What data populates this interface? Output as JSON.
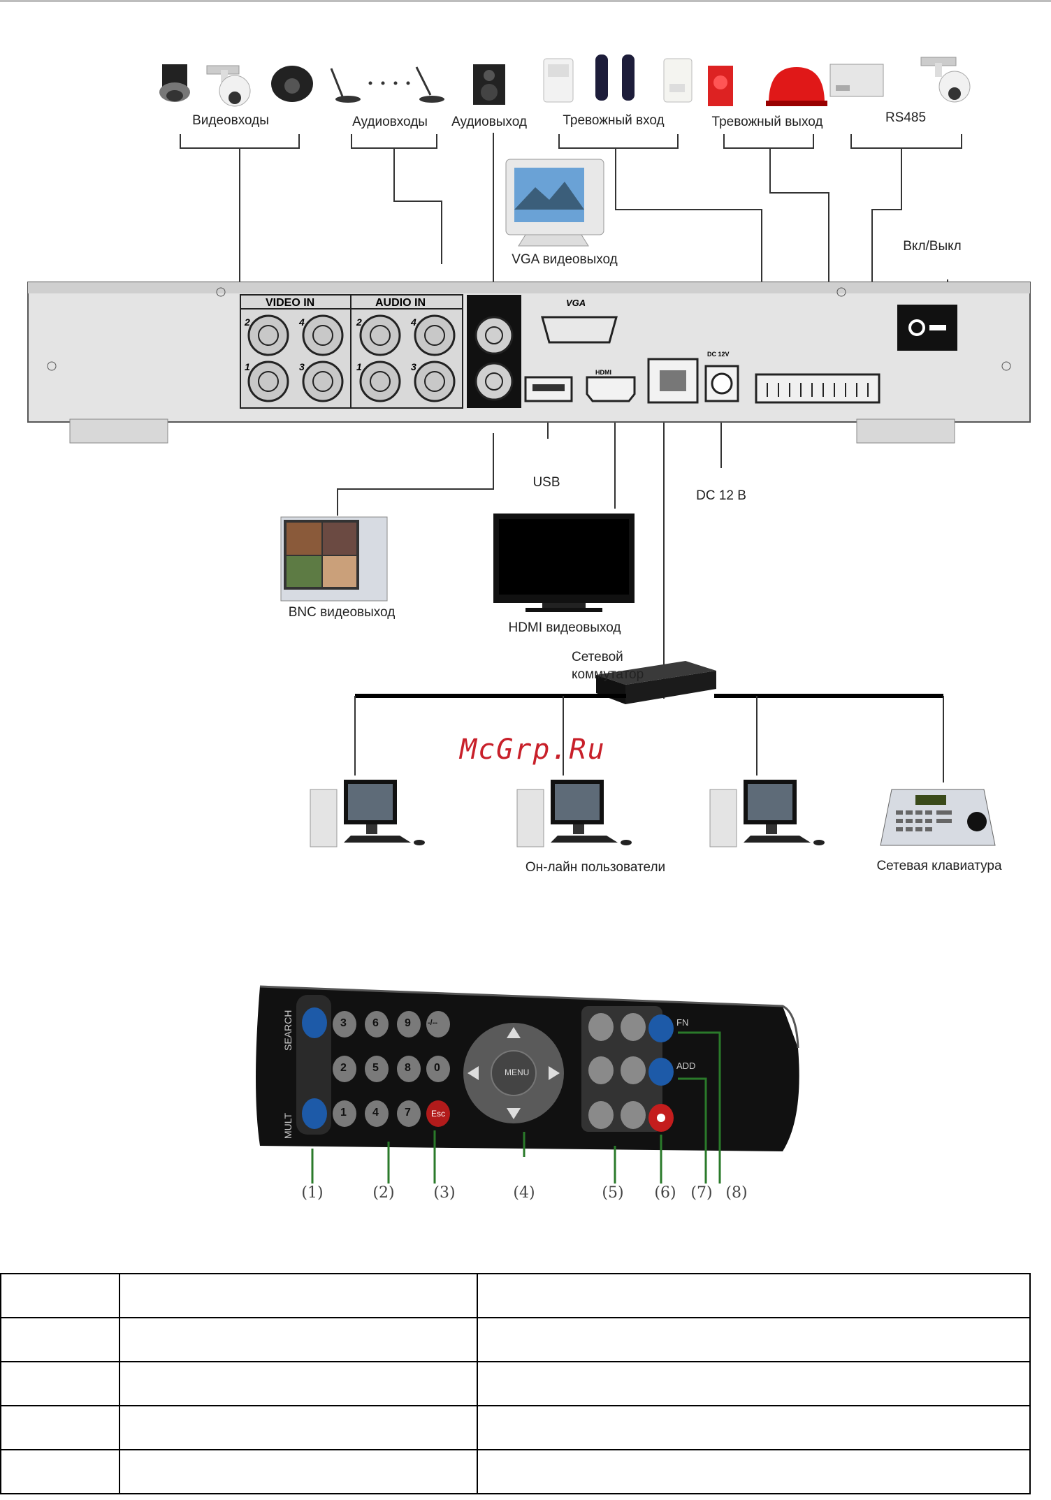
{
  "diagram": {
    "devices_top": {
      "video_inputs": "Видеовходы",
      "audio_inputs": "Аудиовходы",
      "audio_output": "Аудиовыход",
      "alarm_input": "Тревожный вход",
      "alarm_output": "Тревожный выход",
      "rs485": "RS485"
    },
    "vga_output": "VGA видеовыход",
    "power_switch": "Вкл/Выкл",
    "panel": {
      "video_in": "VIDEO   IN",
      "audio_in": "AUDIO   IN",
      "vga": "VGA",
      "hdmi": "HDMI",
      "dc": "DC 12V",
      "port_numbers": [
        "2",
        "4",
        "1",
        "3"
      ]
    },
    "usb": "USB",
    "dc": "DC 12 В",
    "bnc_output": "BNC видеовыход",
    "hdmi_output": "HDMI видеовыход",
    "network_switch": [
      "Сетевой",
      "коммутатор"
    ],
    "online_users": "Он-лайн пользователи",
    "network_keyboard": "Сетевая клавиатура",
    "watermark": "McGrp.Ru"
  },
  "remote": {
    "search": "SEARCH",
    "mult": "MULT",
    "menu": "MENU",
    "esc": "Esc",
    "keys": [
      [
        "3",
        "6",
        "9",
        "-/--"
      ],
      [
        "2",
        "5",
        "8",
        "0"
      ],
      [
        "1",
        "4",
        "7",
        "Esc"
      ]
    ],
    "fn": "FN",
    "add": "ADD",
    "callouts": [
      "(1)",
      "(2)",
      "(3)",
      "(4)",
      "(5)",
      "(6)",
      "(7)",
      "(8)"
    ]
  },
  "table": {
    "rows": [
      [
        "",
        "",
        ""
      ],
      [
        "",
        "",
        ""
      ],
      [
        "",
        "",
        ""
      ],
      [
        "",
        "",
        ""
      ],
      [
        "",
        "",
        ""
      ]
    ]
  }
}
